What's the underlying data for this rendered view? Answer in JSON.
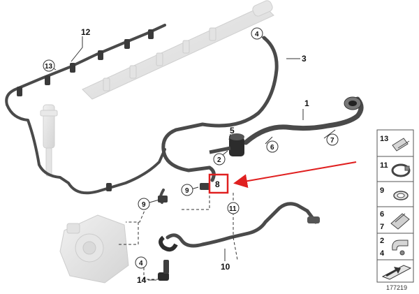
{
  "callouts": {
    "c1": "1",
    "c3": "3",
    "c5": "5",
    "c8": "8",
    "c10": "10",
    "c12": "12",
    "c14": "14"
  },
  "circled": {
    "c2": "2",
    "c4a": "4",
    "c4b": "4",
    "c6": "6",
    "c7": "7",
    "c9a": "9",
    "c9b": "9",
    "c11": "11",
    "c13": "13"
  },
  "legend": {
    "l13": "13",
    "l11": "11",
    "l9": "9",
    "l6": "6",
    "l7": "7",
    "l2": "2",
    "l4": "4"
  },
  "diagram_number": "177219",
  "colors": {
    "highlight_box": "#e02020",
    "arrow": "#e02020",
    "pipe": "#4a4a4a",
    "ghost_part": "#dcdcdc"
  }
}
